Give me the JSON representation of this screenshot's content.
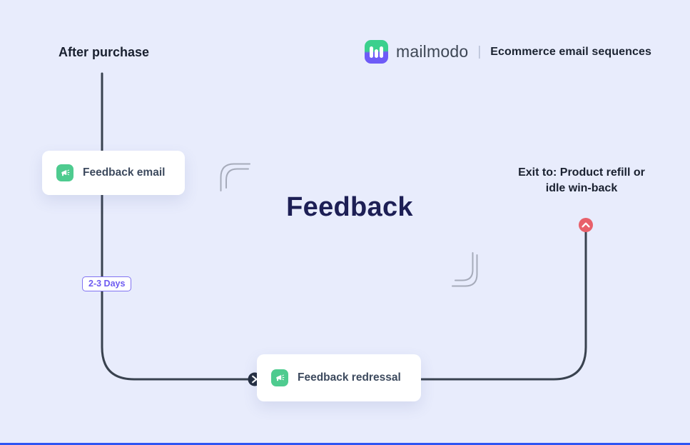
{
  "header": {
    "brand": "mailmodo",
    "divider": "|",
    "subtitle": "Ecommerce email sequences"
  },
  "flow": {
    "title": "Feedback",
    "entry_label": "After purchase",
    "exit_label_line1": "Exit to: Product refill or",
    "exit_label_line2": "idle win-back",
    "delay_badge": "2-3 Days",
    "nodes": [
      {
        "label": "Feedback email",
        "icon": "megaphone-icon"
      },
      {
        "label": "Feedback redressal",
        "icon": "megaphone-icon"
      }
    ]
  },
  "colors": {
    "background": "#e8ecfc",
    "flow_line": "#39424f",
    "title_navy": "#1d1f55",
    "node_icon_green": "#4ecb8f",
    "exit_node_red": "#e8606a",
    "delay_badge_purple": "#6e5bf1",
    "logo_green": "#3bd08d",
    "logo_purple": "#6e5bf7",
    "decorative_gray": "#a6abba",
    "bottom_accent_blue": "#2e56f3"
  }
}
